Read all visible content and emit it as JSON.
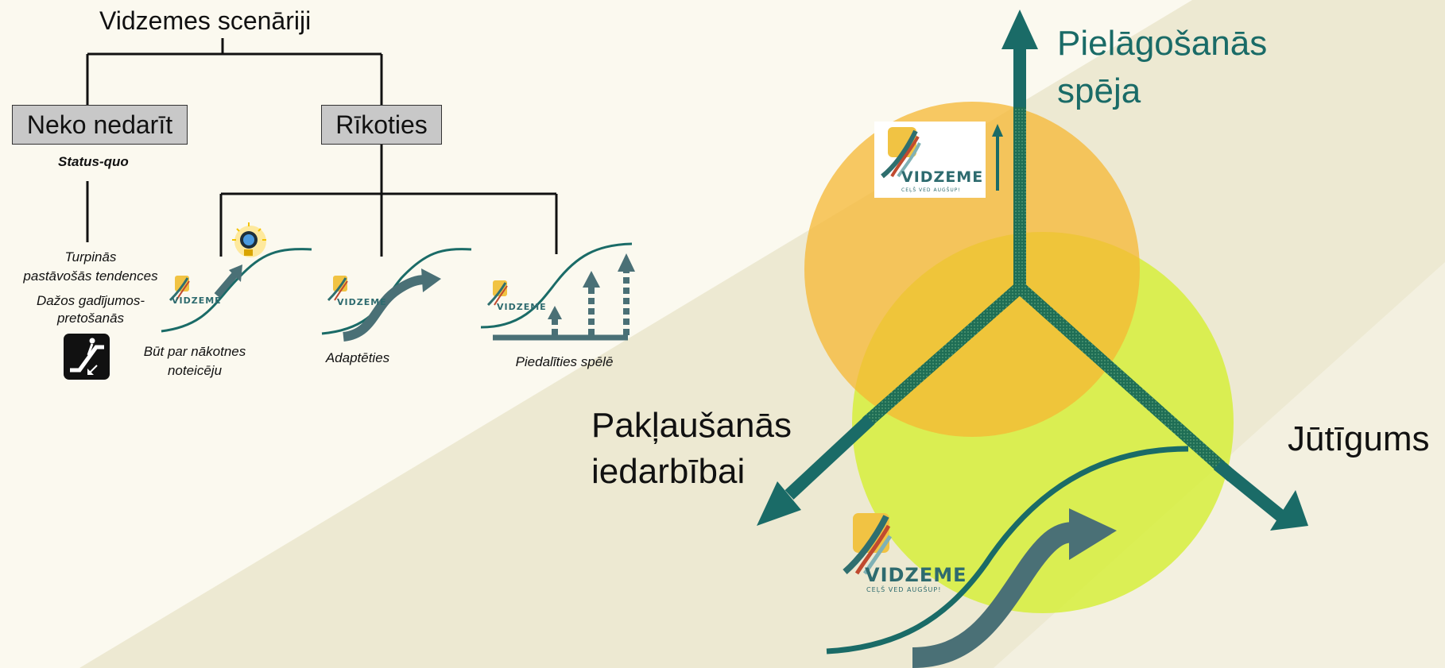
{
  "tree": {
    "title": "Vidzemes scenāriji",
    "left_box": "Neko nedarīt",
    "right_box": "Rīkoties",
    "status_quo": "Status-quo",
    "trend_line1": "Turpinās",
    "trend_line2": "pastāvošās tendences",
    "resist_line1": "Dažos gadījumos-",
    "resist_line2": "pretošanās",
    "option1_line1": "Būt par nākotnes",
    "option1_line2": "noteicēju",
    "option2": "Adaptēties",
    "option3": "Piedalīties spēlē"
  },
  "logo": {
    "name": "VIDZEME",
    "tagline": "CEĻŠ VED AUGŠUP!"
  },
  "axes": {
    "up_line1": "Pielāgošanās",
    "up_line2": "spēja",
    "left_line1": "Pakļaušanās",
    "left_line2": "iedarbībai",
    "right": "Jūtīgums"
  },
  "icons": [
    "escalator-down-icon",
    "lightbulb-icon",
    "vidzeme-logo-icon",
    "arrow-up-icon"
  ],
  "colors": {
    "background": "#fbf9ef",
    "diagonal_band": "#ede9d2",
    "teal": "#1a6b67",
    "slate_arrow": "#4a7076",
    "orange_circle": "#f6b733",
    "green_circle": "#d6ef3c",
    "box_fill": "#c8c8c8"
  }
}
